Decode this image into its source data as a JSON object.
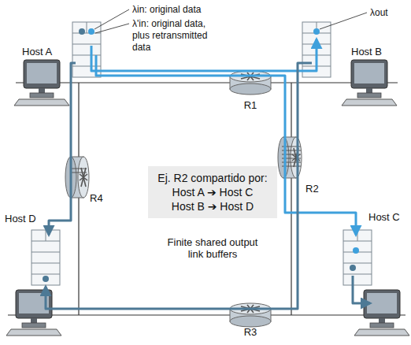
{
  "diagram": {
    "nodes": [
      {
        "text": [
          "Ej. R2 compartido por:",
          "Host A ➔ Host C",
          "Host B ➔ Host D"
        ]
      }
    ],
    "labels": [
      "λin: original data",
      "λ'in: original data, plus retransmitted data",
      "λout",
      "Host A",
      "Host B",
      "R1",
      "R4",
      "R2",
      "Finite shared output link buffers",
      "Host D",
      "Host C",
      "R3"
    ]
  }
}
